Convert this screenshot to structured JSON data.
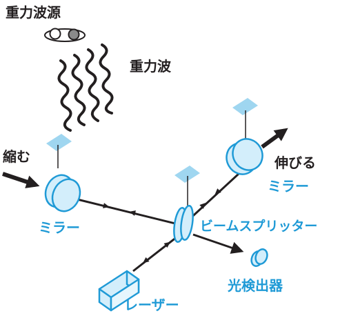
{
  "labels": {
    "source": "重力波源",
    "wave": "重力波",
    "shrink": "縮む",
    "stretch": "伸びる",
    "mirror_left": "ミラー",
    "mirror_right": "ミラー",
    "beam_splitter": "ビームスプリッター",
    "detector": "光検出器",
    "laser": "レーザー"
  },
  "colors": {
    "text_dark": "#231f20",
    "text_blue": "#1f9ad6",
    "component_fill": "#d3eefb",
    "component_stroke": "#1f9ad6",
    "pad_fill": "#9fd6f0",
    "beam": "#231f20"
  }
}
